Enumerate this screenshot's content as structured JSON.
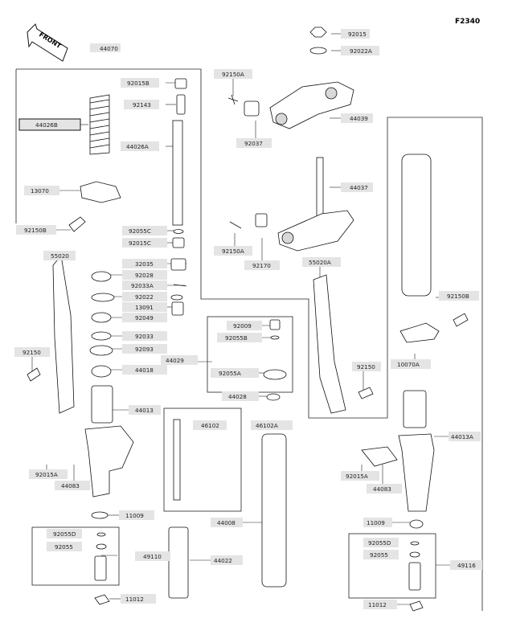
{
  "figure_id": "F2340",
  "front_arrow_text": "FRONT",
  "labels": [
    {
      "id": "92015",
      "text": "92015"
    },
    {
      "id": "92022A",
      "text": "92022A"
    },
    {
      "id": "44070",
      "text": "44070"
    },
    {
      "id": "92015B",
      "text": "92015B"
    },
    {
      "id": "92143",
      "text": "92143"
    },
    {
      "id": "44026B",
      "text": "44026B"
    },
    {
      "id": "44026A",
      "text": "44026A"
    },
    {
      "id": "92150A_t",
      "text": "92150A"
    },
    {
      "id": "44039",
      "text": "44039"
    },
    {
      "id": "92037",
      "text": "92037"
    },
    {
      "id": "44037",
      "text": "44037"
    },
    {
      "id": "13070",
      "text": "13070"
    },
    {
      "id": "92150B_l",
      "text": "92150B"
    },
    {
      "id": "92055C",
      "text": "92055C"
    },
    {
      "id": "92015C",
      "text": "92015C"
    },
    {
      "id": "92150A_m",
      "text": "92150A"
    },
    {
      "id": "92170",
      "text": "92170"
    },
    {
      "id": "55020",
      "text": "55020"
    },
    {
      "id": "32035",
      "text": "32035"
    },
    {
      "id": "55020A",
      "text": "55020A"
    },
    {
      "id": "92028",
      "text": "92028"
    },
    {
      "id": "92033A",
      "text": "92033A"
    },
    {
      "id": "92022",
      "text": "92022"
    },
    {
      "id": "13091",
      "text": "13091"
    },
    {
      "id": "92150B_r",
      "text": "92150B"
    },
    {
      "id": "92049",
      "text": "92049"
    },
    {
      "id": "92009",
      "text": "92009"
    },
    {
      "id": "92033",
      "text": "92033"
    },
    {
      "id": "92055B",
      "text": "92055B"
    },
    {
      "id": "92150_l",
      "text": "92150"
    },
    {
      "id": "92093",
      "text": "92093"
    },
    {
      "id": "44029",
      "text": "44029"
    },
    {
      "id": "10070A",
      "text": "10070A"
    },
    {
      "id": "44018",
      "text": "44018"
    },
    {
      "id": "92150_r",
      "text": "92150"
    },
    {
      "id": "92055A",
      "text": "92055A"
    },
    {
      "id": "44028",
      "text": "44028"
    },
    {
      "id": "44013",
      "text": "44013"
    },
    {
      "id": "46102",
      "text": "46102"
    },
    {
      "id": "46102A",
      "text": "46102A"
    },
    {
      "id": "44013A",
      "text": "44013A"
    },
    {
      "id": "92015A_l",
      "text": "92015A"
    },
    {
      "id": "44083_l",
      "text": "44083"
    },
    {
      "id": "92015A_r",
      "text": "92015A"
    },
    {
      "id": "44083_r",
      "text": "44083"
    },
    {
      "id": "11009_l",
      "text": "11009"
    },
    {
      "id": "44008",
      "text": "44008"
    },
    {
      "id": "11009_r",
      "text": "11009"
    },
    {
      "id": "92055D_l",
      "text": "92055D"
    },
    {
      "id": "92055D_r",
      "text": "92055D"
    },
    {
      "id": "92055_l",
      "text": "92055"
    },
    {
      "id": "92055_r",
      "text": "92055"
    },
    {
      "id": "49110",
      "text": "49110"
    },
    {
      "id": "44022",
      "text": "44022"
    },
    {
      "id": "49116",
      "text": "49116"
    },
    {
      "id": "11012_l",
      "text": "11012"
    },
    {
      "id": "11012_r",
      "text": "11012"
    }
  ]
}
